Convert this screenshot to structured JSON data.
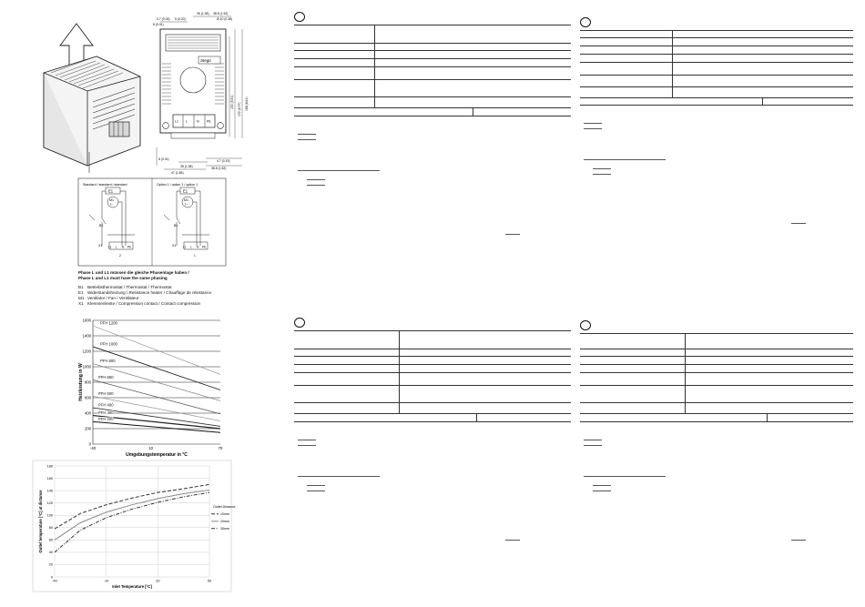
{
  "legend": {
    "note_de": "Phase L und L1 müssen die gleiche Phasenlage haben /",
    "note_en": "Phase L and L1 must have the same phasing",
    "items": [
      {
        "code": "B1",
        "text": "Betriebsthermostat / Thermostat / Thermostat"
      },
      {
        "code": "E1",
        "text": "Widerstandsheizung / Resistance heater / Chauffage de résistance"
      },
      {
        "code": "M1",
        "text": "Ventilator / Fan / Ventilateur"
      },
      {
        "code": "X1",
        "text": "Klemmenleiste / Compression contact / Contact compression"
      }
    ]
  },
  "wiring": {
    "left_title": "Standard / standard / standard",
    "right_title": "Option 1 / option 1 / option 1",
    "e1": "E1",
    "m1": "M1",
    "m1_sub": "1~",
    "b1": "B1",
    "x1": "X1",
    "terminals": [
      "L1",
      "L",
      "N",
      "PE"
    ],
    "label_1": "1",
    "label_2": "2"
  },
  "dimensions": {
    "labels": [
      "35 (1.38)",
      "38.5 (1.52)",
      "0.7 (0.03)",
      "5 (0.20)",
      "Ø 10 (0.38)",
      "Ø 5 (0.20)",
      "8 (0.31)",
      "168 (6.61)",
      "150 (5.91)",
      "172 (6.77)",
      "47 (1.85)",
      "35 (1.38)",
      "4.7 (0.19)",
      "38.5 (1.52)",
      "8 (0.31)"
    ],
    "brand": "Stego"
  },
  "heater_labels": [
    "L1",
    "L",
    "N",
    "PE"
  ],
  "chart_data": [
    {
      "type": "line",
      "ylabel": "Heizleistung in W",
      "xlabel": "Umgebungstemperatur in °C",
      "x": [
        -40,
        70
      ],
      "xticks": [
        -40,
        10,
        70
      ],
      "yticks": [
        0,
        200,
        400,
        600,
        800,
        1000,
        1200,
        1400,
        1600
      ],
      "ylim": [
        0,
        1600
      ],
      "xlim": [
        -40,
        70
      ],
      "series": [
        {
          "name": "PFH 1200",
          "values": [
            1530,
            900
          ]
        },
        {
          "name": "PFH 1000",
          "values": [
            1260,
            700
          ]
        },
        {
          "name": "PFH 800",
          "values": [
            1040,
            560
          ]
        },
        {
          "name": "PFH 650",
          "values": [
            830,
            390
          ]
        },
        {
          "name": "PFH 500",
          "values": [
            620,
            300
          ]
        },
        {
          "name": "PFH 400",
          "values": [
            470,
            230
          ]
        },
        {
          "name": "PFH 300",
          "values": [
            370,
            200
          ]
        },
        {
          "name": "PFH 200",
          "values": [
            290,
            150
          ]
        }
      ]
    },
    {
      "type": "line",
      "ylabel": "Outlet temperature [°C] at distance",
      "xlabel": "Inlet Temperature [°C]",
      "xticks": [
        -40,
        -10,
        20,
        50
      ],
      "yticks": [
        0,
        20,
        40,
        60,
        80,
        100,
        120,
        140,
        160,
        180
      ],
      "ylim": [
        0,
        180
      ],
      "xlim": [
        -40,
        50
      ],
      "x": [
        -40,
        -25,
        -10,
        5,
        20,
        35,
        50
      ],
      "legend_title": "Outlet Distance",
      "series": [
        {
          "name": "10mm",
          "style": "dashed",
          "values": [
            78,
            103,
            117,
            128,
            137,
            143,
            150
          ]
        },
        {
          "name": "20mm",
          "style": "solid",
          "values": [
            60,
            88,
            105,
            117,
            127,
            135,
            141
          ]
        },
        {
          "name": "30mm",
          "style": "dashdot",
          "values": [
            40,
            76,
            96,
            110,
            121,
            130,
            137
          ]
        }
      ]
    }
  ]
}
